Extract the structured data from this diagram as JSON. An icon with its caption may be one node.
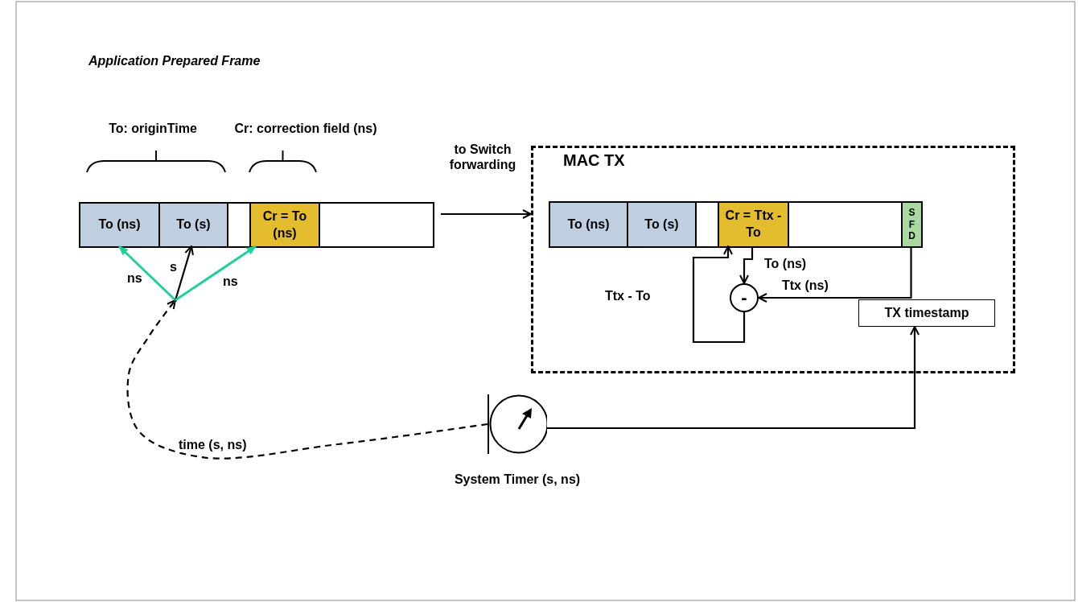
{
  "diagram": {
    "title": "Application Prepared Frame",
    "nodes": [
      {
        "text": [],
        "shape": "box"
      },
      {
        "text": [
          "To (ns)"
        ],
        "in": 0
      },
      {
        "text": [
          "To (s)"
        ],
        "in": 0
      },
      {
        "text": [],
        "shape": "box",
        "in": 0
      },
      {
        "text": [
          "Cr = To (ns)"
        ],
        "in": 0
      },
      {
        "text": [],
        "shape": "box",
        "in": 0
      },
      {
        "text": [
          "MAC TX"
        ]
      },
      {
        "text": [],
        "shape": "box",
        "in": 6
      },
      {
        "text": [
          "To (ns)"
        ],
        "in": 7
      },
      {
        "text": [
          "To (s)"
        ],
        "in": 7
      },
      {
        "text": [],
        "shape": "box",
        "in": 7
      },
      {
        "text": [
          "Cr = Ttx - To"
        ],
        "in": 7
      },
      {
        "text": [],
        "shape": "box",
        "in": 7
      },
      {
        "text": [
          "SFD"
        ],
        "in": 7
      },
      {
        "text": [
          "-"
        ],
        "in": 6
      },
      {
        "text": [
          "TX timestamp"
        ],
        "in": 6
      },
      {
        "text": [],
        "shape": "circle",
        "beside": [
          "System Timer (s, ns)"
        ]
      },
      {
        "text": [],
        "shape": "point"
      }
    ],
    "edges": [
      {
        "from": 0,
        "to": 6,
        "arrow": "to",
        "label": "to Switch forwarding"
      },
      {
        "from": 16,
        "to": 17,
        "arrow": "to",
        "label": "time (s, ns)",
        "style": "dashed"
      },
      {
        "from": 17,
        "to": 1,
        "arrow": "to",
        "label": "ns",
        "color": "#1fcf9c"
      },
      {
        "from": 17,
        "to": 2,
        "arrow": "to",
        "label": "s"
      },
      {
        "from": 17,
        "to": 4,
        "arrow": "to",
        "label": "ns",
        "color": "#1fcf9c"
      },
      {
        "from": 11,
        "to": 14,
        "arrow": "to",
        "label": "To (ns)"
      },
      {
        "from": 13,
        "to": 14,
        "arrow": "to",
        "label": "Ttx (ns)"
      },
      {
        "from": 14,
        "to": 11,
        "arrow": "to",
        "label": "Ttx - To"
      },
      {
        "from": 16,
        "to": 15,
        "arrow": "to"
      }
    ],
    "labels": [
      "To: originTime",
      "Cr: correction field (ns)"
    ]
  }
}
